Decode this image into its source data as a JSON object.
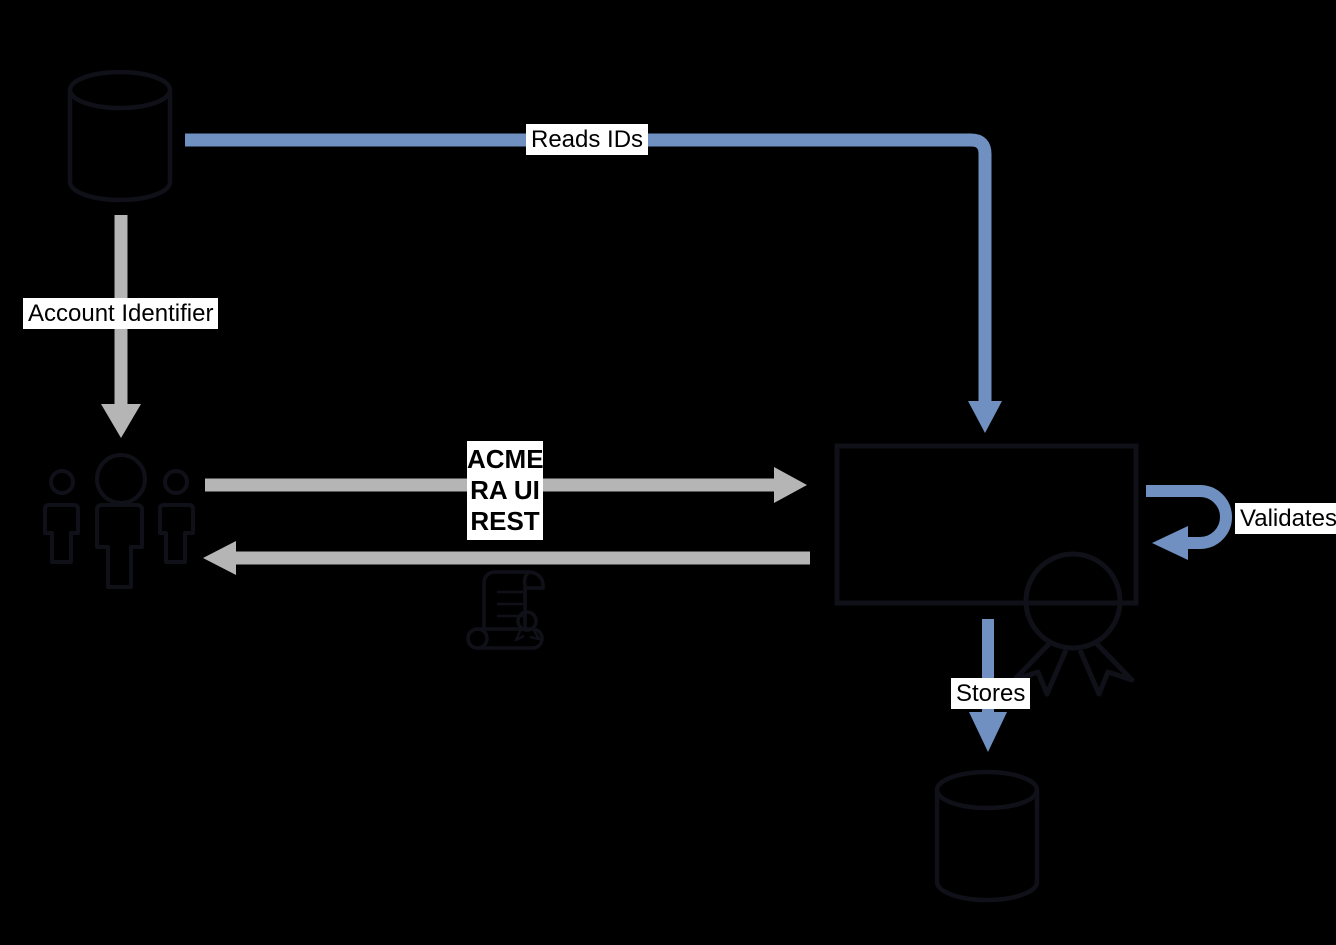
{
  "diagram": {
    "labels": {
      "reads_ids": "Reads IDs",
      "account_identifier": "Account Identifier",
      "acme": {
        "line1": "ACME",
        "line2": "RA UI",
        "line3": "REST"
      },
      "validates": "Validates",
      "stores": "Stores"
    },
    "icons": {
      "accounts_database": "database-cylinder",
      "users": "user-group",
      "service_box": "process-rectangle",
      "certificate_scroll": "certificate-scroll",
      "award_ribbon": "award-ribbon",
      "storage_database": "database-cylinder"
    },
    "colors": {
      "background": "#000000",
      "blue": "#6f90c1",
      "gray": "#b5b5b5",
      "stroke": "#101018",
      "label_bg": "#ffffff",
      "label_text": "#000000"
    }
  }
}
